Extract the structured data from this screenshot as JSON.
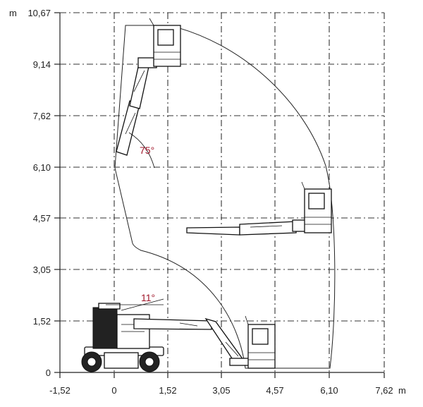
{
  "chart_data": {
    "type": "diagram",
    "x_axis": {
      "unit": "m",
      "ticks": [
        "-1,52",
        "0",
        "1,52",
        "3,05",
        "4,57",
        "6,10",
        "7,62"
      ],
      "values": [
        -1.52,
        0,
        1.52,
        3.05,
        4.57,
        6.1,
        7.62
      ]
    },
    "y_axis": {
      "unit": "m",
      "ticks": [
        "0",
        "1,52",
        "3,05",
        "4,57",
        "6,10",
        "7,62",
        "9,14",
        "10,67"
      ],
      "values": [
        0,
        1.52,
        3.05,
        4.57,
        6.1,
        7.62,
        9.14,
        10.67
      ]
    },
    "annotations": [
      {
        "text": "75°",
        "color": "#a0162a"
      },
      {
        "text": "11°",
        "color": "#a0162a"
      }
    ]
  }
}
